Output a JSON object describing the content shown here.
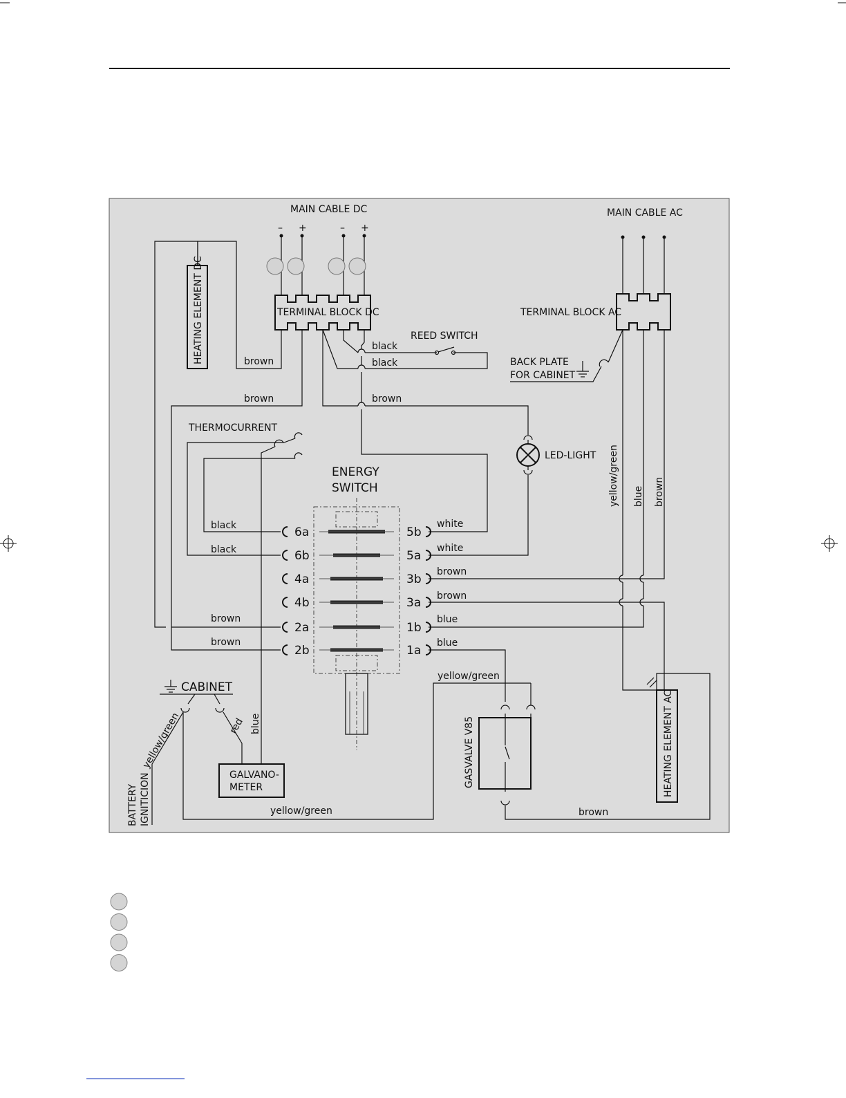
{
  "diagram": {
    "main_cable_dc": "MAIN CABLE DC",
    "main_cable_ac": "MAIN CABLE AC",
    "minus": "–",
    "plus": "+",
    "heating_element_dc": "HEATING ELEMENT DC",
    "heating_element_ac": "HEATING ELEMENT AC",
    "terminal_block_dc": "TERMINAL BLOCK DC",
    "terminal_block_ac": "TERMINAL BLOCK AC",
    "reed_switch": "REED SWITCH",
    "back_plate_1": "BACK PLATE",
    "back_plate_2": "FOR CABINET",
    "thermocurrent": "THERMOCURRENT",
    "led_light": "LED-LIGHT",
    "energy_switch_1": "ENERGY",
    "energy_switch_2": "SWITCH",
    "cabinet": "CABINET",
    "galvano_1": "GALVANO-",
    "galvano_2": "METER",
    "gasvalve": "GASVALVE V85",
    "battery_1": "BATTERY",
    "battery_2": "IGNITICION",
    "left_terminals": [
      "6a",
      "6b",
      "4a",
      "4b",
      "2a",
      "2b"
    ],
    "right_terminals": [
      "5b",
      "5a",
      "3b",
      "3a",
      "1b",
      "1a"
    ],
    "wire_labels": {
      "brown_hdc": "brown",
      "brown_left": "brown",
      "brown_led": "brown",
      "black_reed1": "black",
      "black_reed2": "black",
      "black_6a": "black",
      "black_6b": "black",
      "brown_2a": "brown",
      "brown_2b": "brown",
      "white_5b": "white",
      "white_5a": "white",
      "brown_3b": "brown",
      "brown_3a": "brown",
      "blue_1b": "blue",
      "blue_1a": "blue",
      "yg_vertical": "yellow/green",
      "blue_vertical": "blue",
      "brown_vertical": "brown",
      "yg_gas": "yellow/green",
      "yg_bottom": "yellow/green",
      "brown_bottom": "brown",
      "yg_cabinet": "yellow/green",
      "red_cabinet": "red",
      "blue_galv": "blue"
    }
  },
  "legend": {
    "markers": [
      "",
      "",
      "",
      ""
    ]
  }
}
